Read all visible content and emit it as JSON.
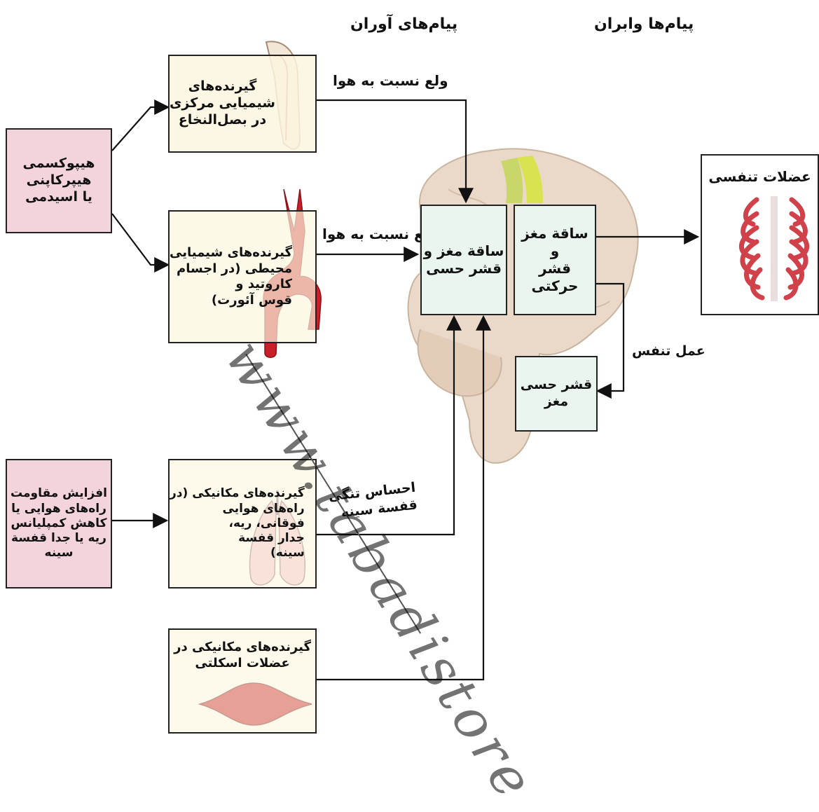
{
  "headers": {
    "afferent": "پیام‌های آوران",
    "efferent": "پیام‌ها وابران"
  },
  "stimuli": {
    "hypoxemia": [
      "هیپوکسمی",
      "هیپرکاپنی",
      "یا اسیدمی"
    ],
    "resistance": [
      "افزایش مقاومت",
      "راه‌های هوایی یا",
      "کاهش کمپلیانس",
      "ریه یا جدا قفسة",
      "سینه"
    ]
  },
  "receptors": {
    "central": [
      "گیرنده‌های",
      "شیمیایی مرکزی",
      "در بصل‌النخاع"
    ],
    "peripheral": [
      "گیرنده‌های شیمیایی",
      "محیطی (در اجسام",
      "کاروتید و",
      "قوس آئورت)"
    ],
    "airway": [
      "گیرنده‌های مکانیکی (در",
      "راه‌های هوایی",
      "فوقانی، ریه،",
      "جدار قفسة",
      "سینه)"
    ],
    "skeletal": [
      "گیرنده‌های مکانیکی در",
      "عضلات اسکلتی"
    ]
  },
  "arrows": {
    "air_hunger_1": "ولع نسبت به هوا",
    "air_hunger_2": "ولع نسبت به هوا",
    "chest_tightness": [
      "احساس تنگی",
      "قفسة سینه"
    ],
    "breathing_action": "عمل تنفس"
  },
  "brain": {
    "sensory": [
      "ساقة مغز و",
      "قشر حسی"
    ],
    "motor": [
      "ساقة مغز و",
      "قشر حرکتی"
    ],
    "sensory_cortex": [
      "قشر حسی",
      "مغز"
    ]
  },
  "muscles": {
    "title": "عضلات تنفسی"
  },
  "watermark": "www.tabadistore",
  "colors": {
    "pink": "#f3d3dc",
    "cream": "#fbf6df",
    "mint": "#e9f5ee",
    "brain": "#ead9c8",
    "red": "#c8202a"
  }
}
